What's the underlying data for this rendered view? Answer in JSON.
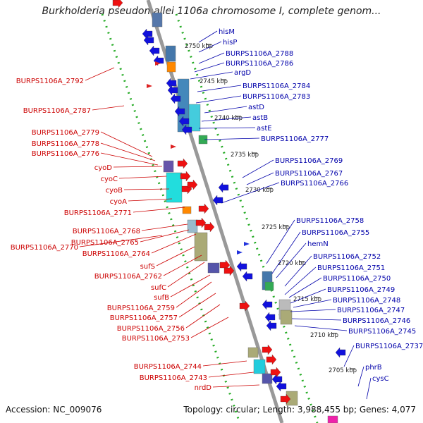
{
  "title": "Burkholderia pseudomallei 1106a chromosome I, complete genom...",
  "footer": {
    "accession": "Accession: NC_009076",
    "summary": "Topology: circular; Length: 3,988,455 bp; Genes: 4,077"
  },
  "colors": {
    "forward_gene": "#ee1111",
    "reverse_gene": "#1111dd",
    "forward_label": "#cc0000",
    "reverse_label": "#0000aa",
    "backbone": "#999999",
    "track_dots": "#22aa22"
  },
  "scale_ticks": [
    "2750 kbp",
    "2745 kbp",
    "2740 kbp",
    "2735 kbp",
    "2730 kbp",
    "2725 kbp",
    "2720 kbp",
    "2715 kbp",
    "2710 kbp",
    "2705 kbp"
  ],
  "right_labels": [
    "hisM",
    "hisP",
    "BURPS1106A_2788",
    "BURPS1106A_2786",
    "argD",
    "BURPS1106A_2784",
    "BURPS1106A_2783",
    "astD",
    "astB",
    "astE",
    "BURPS1106A_2777",
    "BURPS1106A_2769",
    "BURPS1106A_2767",
    "BURPS1106A_2766",
    "BURPS1106A_2758",
    "BURPS1106A_2755",
    "hemN",
    "BURPS1106A_2752",
    "BURPS1106A_2751",
    "BURPS1106A_2750",
    "BURPS1106A_2749",
    "BURPS1106A_2748",
    "BURPS1106A_2747",
    "BURPS1106A_2746",
    "BURPS1106A_2745",
    "BURPS1106A_2737",
    "phrB",
    "cysC"
  ],
  "left_labels": [
    "BURPS1106A_2792",
    "BURPS1106A_2787",
    "BURPS1106A_2779",
    "BURPS1106A_2778",
    "BURPS1106A_2776",
    "cyoD",
    "cyoC",
    "cyoB",
    "cyoA",
    "BURPS1106A_2771",
    "BURPS1106A_2768",
    "BURPS1106A_2770",
    "BURPS1106A_2765",
    "BURPS1106A_2764",
    "sufS",
    "BURPS1106A_2762",
    "sufC",
    "sufB",
    "BURPS1106A_2759",
    "BURPS1106A_2757",
    "BURPS1106A_2756",
    "BURPS1106A_2753",
    "BURPS1106A_2744",
    "BURPS1106A_2743",
    "nrdD"
  ]
}
